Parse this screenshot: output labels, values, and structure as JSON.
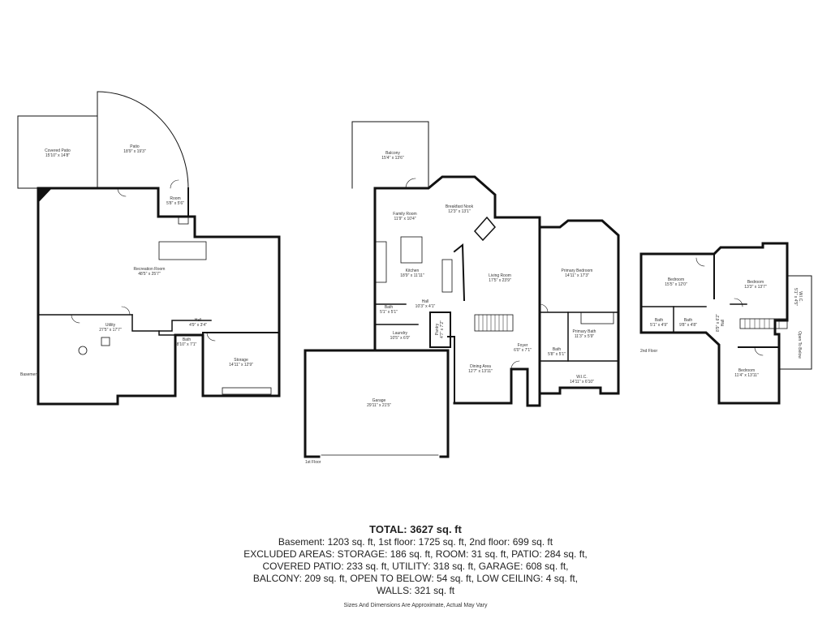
{
  "floors": {
    "basement": "Basement",
    "first": "1st Floor",
    "second": "2nd Floor"
  },
  "rooms": {
    "covered_patio": {
      "name": "Covered Patio",
      "dims": "15'10\" x 14'8\""
    },
    "patio": {
      "name": "Patio",
      "dims": "18'9\" x 19'3\""
    },
    "room": {
      "name": "Room",
      "dims": "5'8\" x 5'6\""
    },
    "recreation_room": {
      "name": "Recreation Room",
      "dims": "48'5\" x 25'7\""
    },
    "utility": {
      "name": "Utility",
      "dims": "27'5\" x 17'7\""
    },
    "hall_b": {
      "name": "Hall",
      "dims": "4'9\" x 3'4\""
    },
    "bath_b": {
      "name": "Bath",
      "dims": "8'10\" x 7'1\""
    },
    "storage": {
      "name": "Storage",
      "dims": "14'11\" x 12'9\""
    },
    "balcony": {
      "name": "Balcony",
      "dims": "15'4\" x 13'6\""
    },
    "breakfast_nook": {
      "name": "Breakfast Nook",
      "dims": "12'3\" x 13'1\""
    },
    "family_room": {
      "name": "Family Room",
      "dims": "11'9\" x 10'4\""
    },
    "kitchen": {
      "name": "Kitchen",
      "dims": "18'9\" x 11'11\""
    },
    "living_room": {
      "name": "Living Room",
      "dims": "17'5\" x 23'9\""
    },
    "bath_1": {
      "name": "Bath",
      "dims": "5'1\" x 5'1\""
    },
    "hall_1": {
      "name": "Hall",
      "dims": "10'3\" x 4'1\""
    },
    "laundry": {
      "name": "Laundry",
      "dims": "10'5\" x 6'0\""
    },
    "pantry": {
      "name": "Pantry",
      "dims": "4'7\" x 7'2\""
    },
    "foyer": {
      "name": "Foyer",
      "dims": "6'0\" x 7'1\""
    },
    "dining_area": {
      "name": "Dining Area",
      "dims": "12'7\" x 13'11\""
    },
    "garage": {
      "name": "Garage",
      "dims": "29'11\" x 21'5\""
    },
    "primary_bedroom": {
      "name": "Primary Bedroom",
      "dims": "14'11\" x 17'3\""
    },
    "primary_bath": {
      "name": "Primary Bath",
      "dims": "11'3\" x 5'9\""
    },
    "wc": {
      "name": "W.I.C.",
      "dims": "14'11\" x 6'10\""
    },
    "bath_p": {
      "name": "Bath",
      "dims": "5'8\" x 5'1\""
    },
    "bedroom_a": {
      "name": "Bedroom",
      "dims": "15'5\" x 12'0\""
    },
    "bedroom_b": {
      "name": "Bedroom",
      "dims": "13'3\" x 13'7\""
    },
    "bedroom_c": {
      "name": "Bedroom",
      "dims": "11'4\" x 13'11\""
    },
    "bath_2a": {
      "name": "Bath",
      "dims": "5'1\" x 4'9\""
    },
    "bath_2b": {
      "name": "Bath",
      "dims": "9'8\" x 4'8\""
    },
    "hall_2": {
      "name": "Hall",
      "dims": "8'9\" x 6'2\""
    },
    "wic_2": {
      "name": "W.I.C.",
      "dims": "5'1\" x 4'5\""
    },
    "open_to_below": {
      "name": "Open To Below"
    }
  },
  "summary": {
    "total": "TOTAL: 3627 sq. ft",
    "line1": "Basement: 1203 sq. ft, 1st floor: 1725 sq. ft, 2nd floor: 699 sq. ft",
    "line2": "EXCLUDED AREAS: STORAGE: 186 sq. ft, ROOM: 31 sq. ft, PATIO: 284 sq. ft,",
    "line3": "COVERED PATIO: 233 sq. ft, UTILITY: 318 sq. ft, GARAGE: 608 sq. ft,",
    "line4": "BALCONY: 209 sq. ft, OPEN TO BELOW: 54 sq. ft, LOW CEILING: 4 sq. ft,",
    "line5": "WALLS: 321 sq. ft",
    "disclaimer": "Sizes And Dimensions Are Approximate, Actual May Vary"
  }
}
